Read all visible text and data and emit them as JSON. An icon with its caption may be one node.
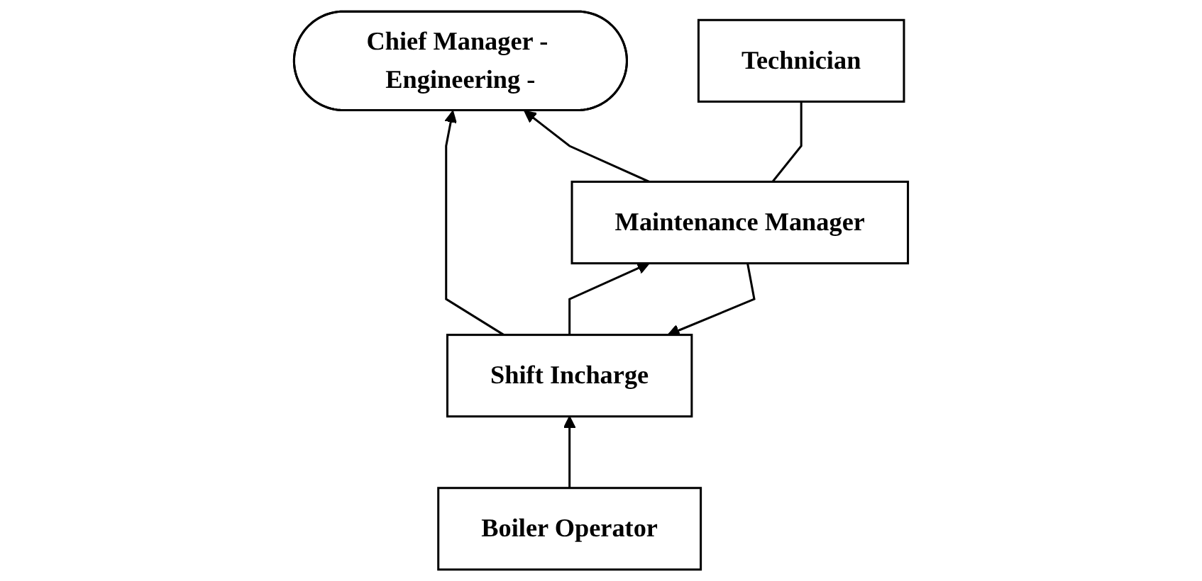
{
  "diagram": {
    "nodes": [
      {
        "text": [
          "Chief Manager - Engineering -"
        ]
      },
      {
        "text": [
          "Shift Incharge"
        ]
      },
      {
        "text": [
          "Maintenance Manager"
        ]
      },
      {
        "text": [
          "Boiler Operator"
        ]
      },
      {
        "text": [
          "Technician"
        ]
      }
    ],
    "edges": [
      {
        "from": 1,
        "to": 0,
        "arrow": "to"
      },
      {
        "from": 2,
        "to": 0,
        "arrow": "to"
      },
      {
        "from": 1,
        "to": 2,
        "arrow": "to"
      },
      {
        "from": 2,
        "to": 1,
        "arrow": "to"
      },
      {
        "from": 3,
        "to": 1,
        "arrow": "to"
      },
      {
        "from": 2,
        "to": 4,
        "arrow": "none"
      }
    ]
  }
}
